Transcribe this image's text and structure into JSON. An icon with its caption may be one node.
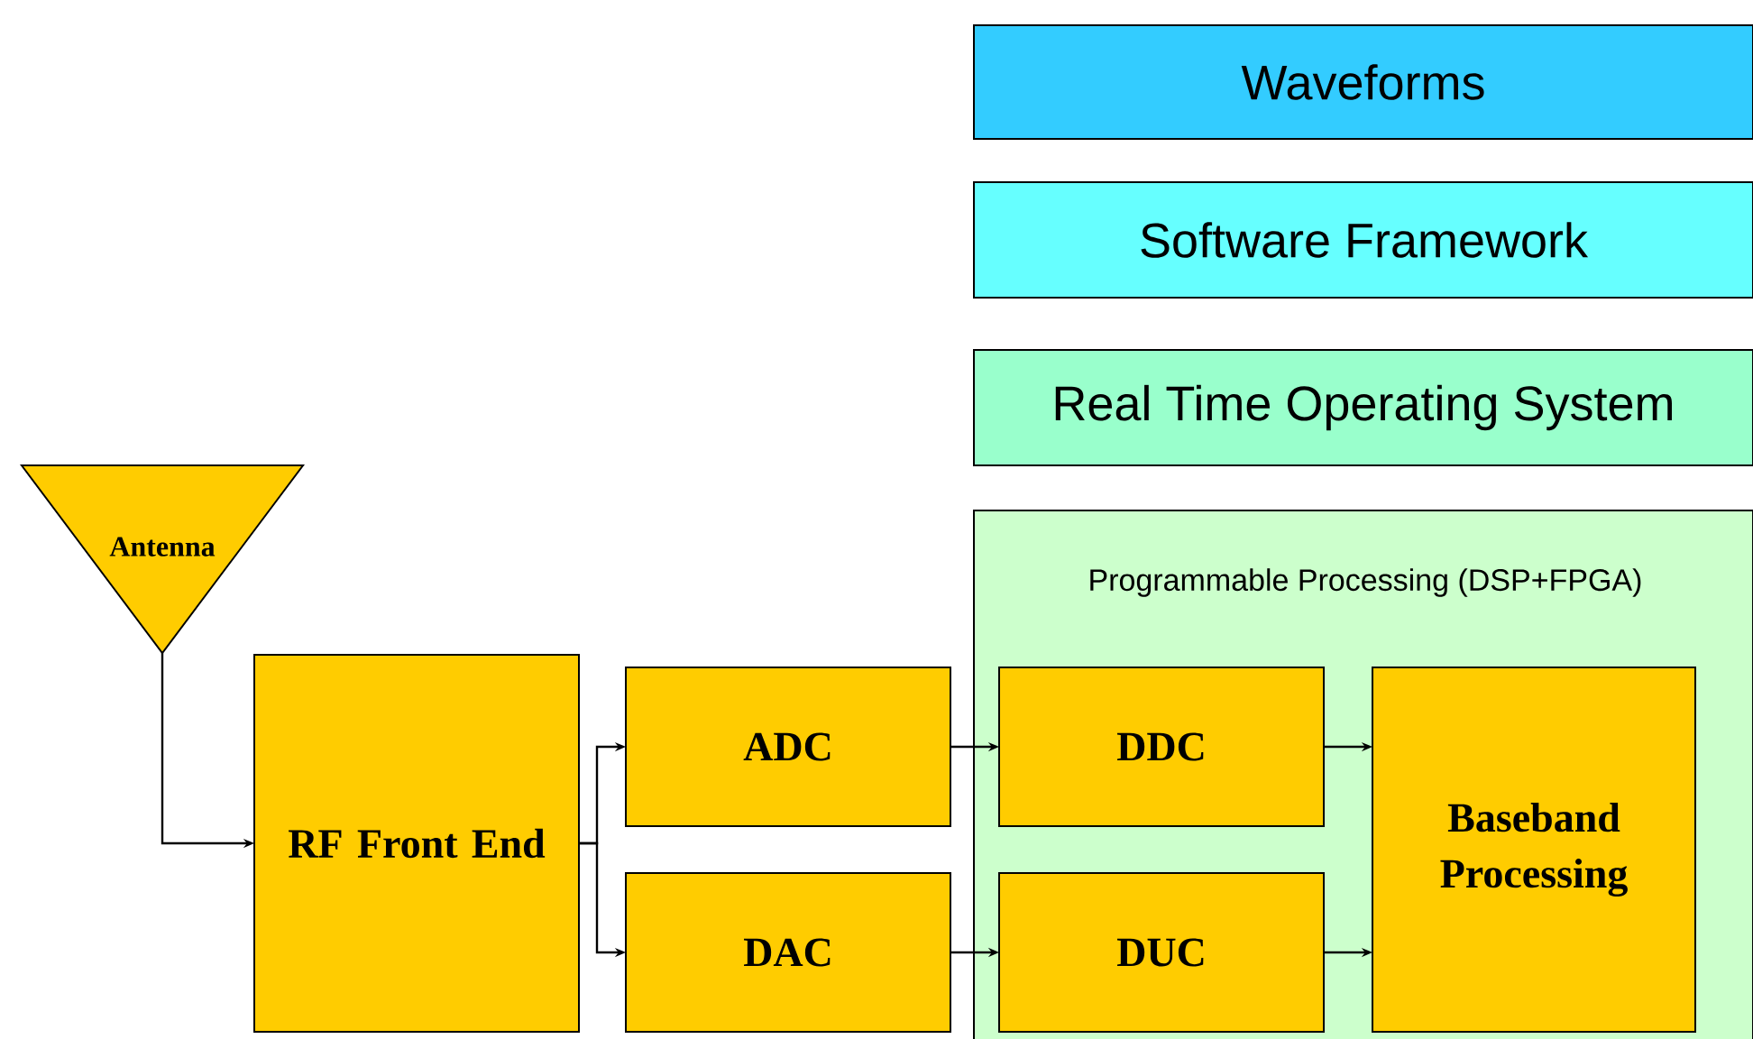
{
  "diagram": {
    "nodes": [
      {
        "text": [
          "Waveforms"
        ]
      },
      {
        "text": [
          "Software Framework"
        ]
      },
      {
        "text": [
          "Real Time Operating System"
        ]
      },
      {
        "text": [
          "Antenna"
        ]
      },
      {
        "text": [
          "RF Front End"
        ]
      },
      {
        "text": [
          "ADC"
        ]
      },
      {
        "text": [
          "DAC"
        ]
      },
      {
        "text": [
          "Programmable Processing (DSP+FPGA)"
        ]
      },
      {
        "text": [
          "DDC"
        ],
        "in": 7
      },
      {
        "text": [
          "DUC"
        ],
        "in": 7
      },
      {
        "text": [
          "Baseband Processing"
        ],
        "in": 7
      }
    ],
    "edges": [
      {
        "from": 3,
        "to": 4,
        "arrow": "to"
      },
      {
        "from": 4,
        "to": 5,
        "arrow": "to"
      },
      {
        "from": 4,
        "to": 6,
        "arrow": "to"
      },
      {
        "from": 5,
        "to": 8,
        "arrow": "to"
      },
      {
        "from": 6,
        "to": 9,
        "arrow": "to"
      },
      {
        "from": 8,
        "to": 10,
        "arrow": "to"
      },
      {
        "from": 9,
        "to": 10,
        "arrow": "to"
      }
    ]
  }
}
